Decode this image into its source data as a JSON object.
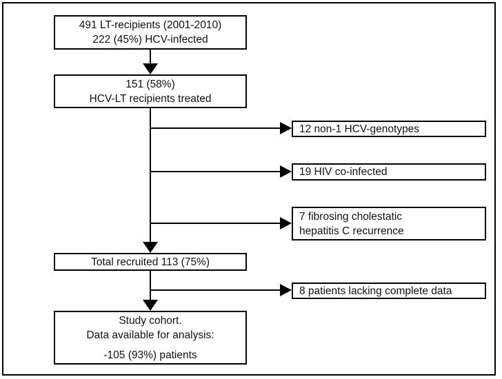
{
  "colors": {
    "line": "#000000",
    "box_border": "#000000",
    "background": "#ffffff",
    "text": "#111111"
  },
  "nodes": {
    "recipients": {
      "line1": "491 LT-recipients (2001-2010)",
      "line2": "222 (45%) HCV-infected"
    },
    "treated": {
      "line1": "151 (58%)",
      "line2": "HCV-LT recipients treated"
    },
    "recruited": {
      "label": "Total recruited 113 (75%)"
    },
    "cohort": {
      "line1": "Study cohort.",
      "line2": "Data available for analysis:",
      "line3": "-105 (93%) patients"
    }
  },
  "exclusions": {
    "non1_genotypes": {
      "label": "12 non-1 HCV-genotypes"
    },
    "hiv_coinfected": {
      "label": "19 HIV co-infected"
    },
    "fibrosing_cholestatic": {
      "line1": "7 fibrosing cholestatic",
      "line2": "hepatitis C recurrence"
    },
    "lacking_data": {
      "label": "8 patients lacking complete data"
    }
  }
}
